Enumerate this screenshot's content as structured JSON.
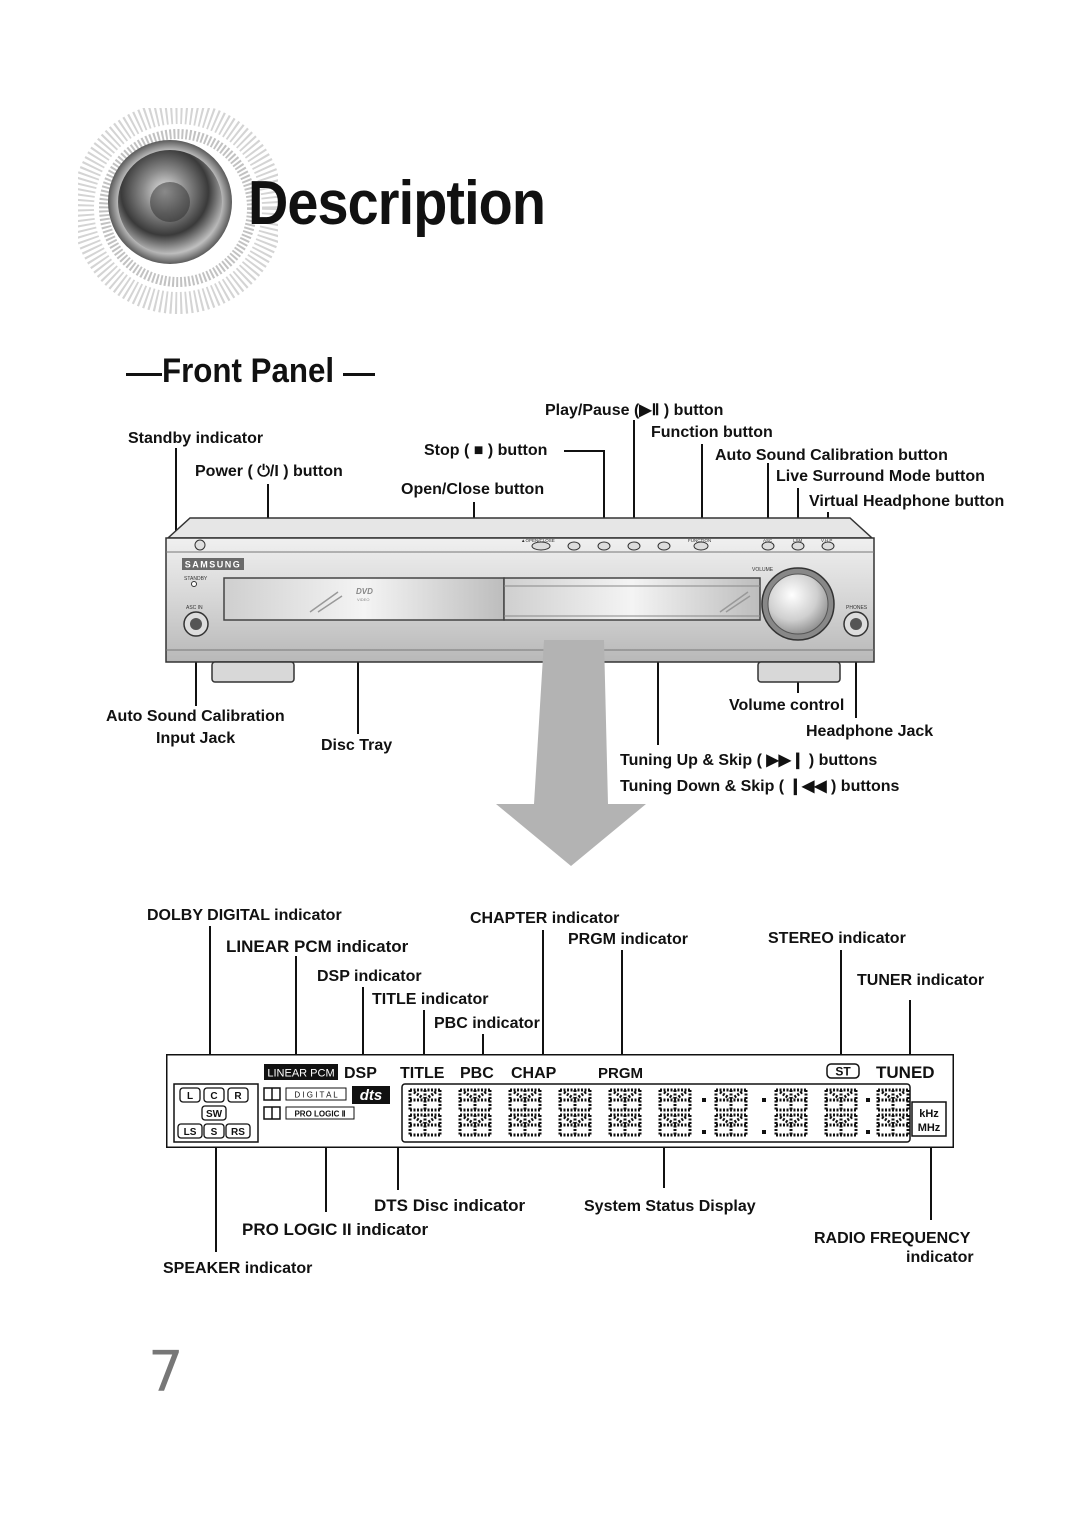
{
  "page": {
    "title": "Description",
    "section": "Front Panel",
    "number": "7"
  },
  "front_panel": {
    "labels": {
      "play_pause": "Play/Pause (▶Ⅱ ) button",
      "function": "Function button",
      "standby": "Standby indicator",
      "stop": "Stop ( ■ ) button",
      "auto_cal_button": "Auto Sound Calibration button",
      "power": "Power ( ⏻/I ) button",
      "live_surround": "Live Surround Mode button",
      "open_close": "Open/Close button",
      "virtual_headphone": "Virtual Headphone button",
      "volume_control": "Volume control",
      "auto_cal_jack_line1": "Auto Sound Calibration",
      "auto_cal_jack_line2": "Input Jack",
      "headphone_jack": "Headphone Jack",
      "disc_tray": "Disc Tray",
      "tuning_up": "Tuning Up & Skip ( ▶▶❙ ) buttons",
      "tuning_down": "Tuning Down & Skip ( ❙◀◀ ) buttons"
    },
    "device_text": {
      "brand": "SAMSUNG",
      "standby": "STANDBY",
      "asc_in": "ASC IN",
      "phones": "PHONES",
      "volume": "VOLUME",
      "open_close": "▲OPEN/CLOSE",
      "function": "FUNCTION",
      "asc": "ASC",
      "lsm": "LSM",
      "vhp": "V.H.P",
      "dvd": "DVD",
      "video": "VIDEO"
    }
  },
  "display_panel": {
    "labels": {
      "dolby_digital": "DOLBY DIGITAL indicator",
      "chapter": "CHAPTER indicator",
      "linear_pcm": "LINEAR PCM indicator",
      "prgm": "PRGM indicator",
      "stereo": "STEREO indicator",
      "dsp": "DSP indicator",
      "tuner": "TUNER indicator",
      "title": "TITLE indicator",
      "pbc": "PBC indicator",
      "dts": "DTS Disc indicator",
      "system_status": "System Status Display",
      "pro_logic": "PRO LOGIC II indicator",
      "radio_frequency_line1": "RADIO FREQUENCY",
      "radio_frequency_line2": "indicator",
      "speaker": "SPEAKER indicator"
    },
    "segments": {
      "linear_pcm": "LINEAR PCM",
      "dsp": "DSP",
      "title": "TITLE",
      "pbc": "PBC",
      "chap": "CHAP",
      "prgm": "PRGM",
      "st": "ST",
      "tuned": "TUNED",
      "digital": "D I G I T A L",
      "pro_logic": "PRO LOGIC Ⅱ",
      "dts": "dts",
      "khz": "kHz",
      "mhz": "MHz",
      "speakers": [
        "L",
        "C",
        "R",
        "SW",
        "LS",
        "S",
        "RS"
      ]
    }
  },
  "colors": {
    "ink": "#111111",
    "device_silver": "#d9d9d9",
    "arrow_gray": "#b3b3b3",
    "page_number": "#777777"
  }
}
